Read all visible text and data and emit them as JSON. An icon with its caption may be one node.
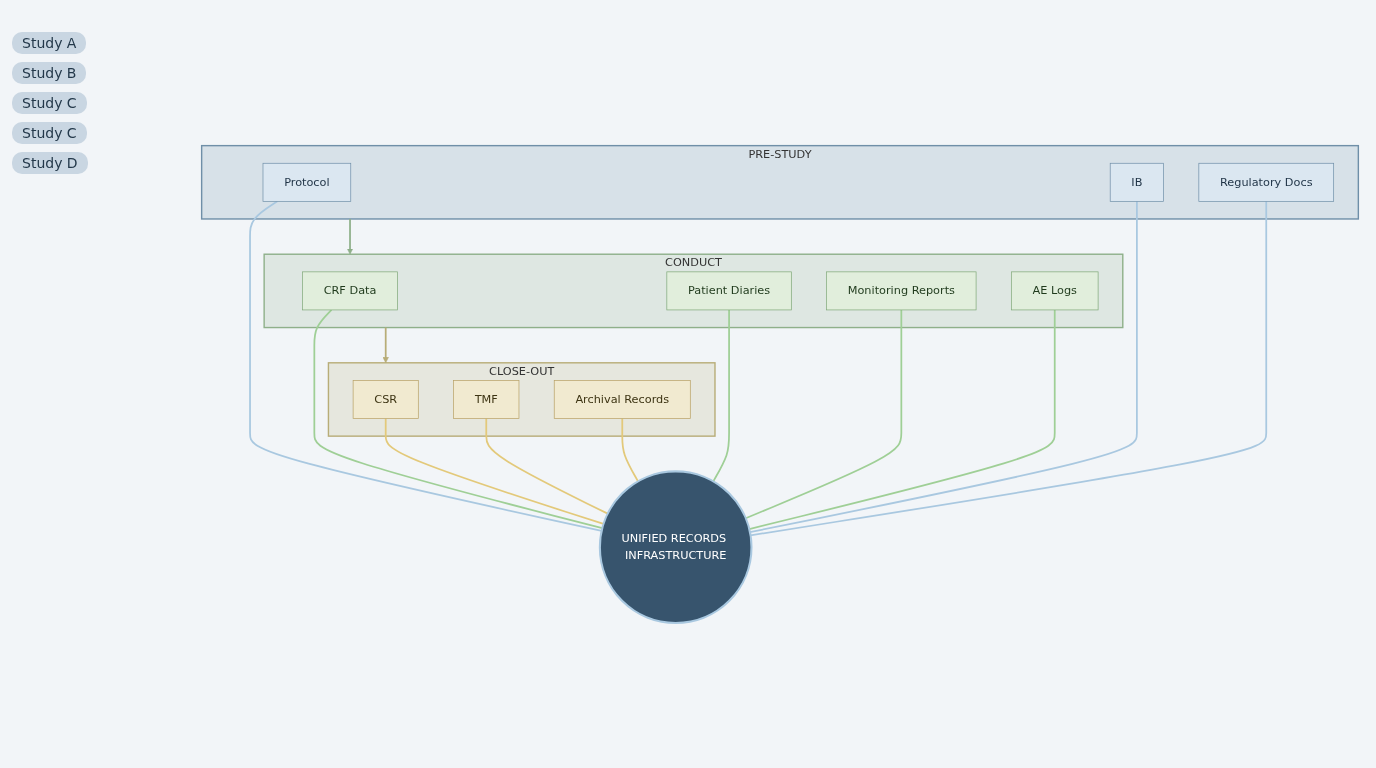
{
  "diagram": {
    "nodes": [
      {
        "text": [
          "PRE-STUDY"
        ]
      },
      {
        "text": [
          "Protocol"
        ],
        "in": 0
      },
      {
        "text": [
          "IB"
        ],
        "in": 0
      },
      {
        "text": [
          "Regulatory Docs"
        ],
        "in": 0
      },
      {
        "text": [
          "CONDUCT"
        ]
      },
      {
        "text": [
          "CRF Data"
        ],
        "in": 4
      },
      {
        "text": [
          "Patient Diaries"
        ],
        "in": 4
      },
      {
        "text": [
          "Monitoring Reports"
        ],
        "in": 4
      },
      {
        "text": [
          "AE Logs"
        ],
        "in": 4
      },
      {
        "text": [
          "CLOSE-OUT"
        ]
      },
      {
        "text": [
          "CSR"
        ],
        "in": 9
      },
      {
        "text": [
          "TMF"
        ],
        "in": 9
      },
      {
        "text": [
          "Archival Records"
        ],
        "in": 9
      },
      {
        "text": [
          "UNIFIED RECORDS INFRASTRUCTURE"
        ]
      }
    ],
    "edges": [
      {
        "from": 0,
        "to": 4,
        "arrow": "to",
        "color": "#8fb08a"
      },
      {
        "from": 4,
        "to": 9,
        "arrow": "to",
        "color": "#b8ad78"
      },
      {
        "from": 1,
        "to": 13,
        "arrow": "none",
        "color": "#a9c8e0"
      },
      {
        "from": 2,
        "to": 13,
        "arrow": "none",
        "color": "#a9c8e0"
      },
      {
        "from": 3,
        "to": 13,
        "arrow": "none",
        "color": "#a9c8e0"
      },
      {
        "from": 5,
        "to": 13,
        "arrow": "none",
        "color": "#9fcf96"
      },
      {
        "from": 6,
        "to": 13,
        "arrow": "none",
        "color": "#9fcf96"
      },
      {
        "from": 7,
        "to": 13,
        "arrow": "none",
        "color": "#9fcf96"
      },
      {
        "from": 8,
        "to": 13,
        "arrow": "none",
        "color": "#9fcf96"
      },
      {
        "from": 10,
        "to": 13,
        "arrow": "none",
        "color": "#e3c97a"
      },
      {
        "from": 11,
        "to": 13,
        "arrow": "none",
        "color": "#e3c97a"
      },
      {
        "from": 12,
        "to": 13,
        "arrow": "none",
        "color": "#e3c97a"
      }
    ],
    "labels": [
      "Study A",
      "Study B",
      "Study C",
      "Study C",
      "Study D"
    ]
  }
}
